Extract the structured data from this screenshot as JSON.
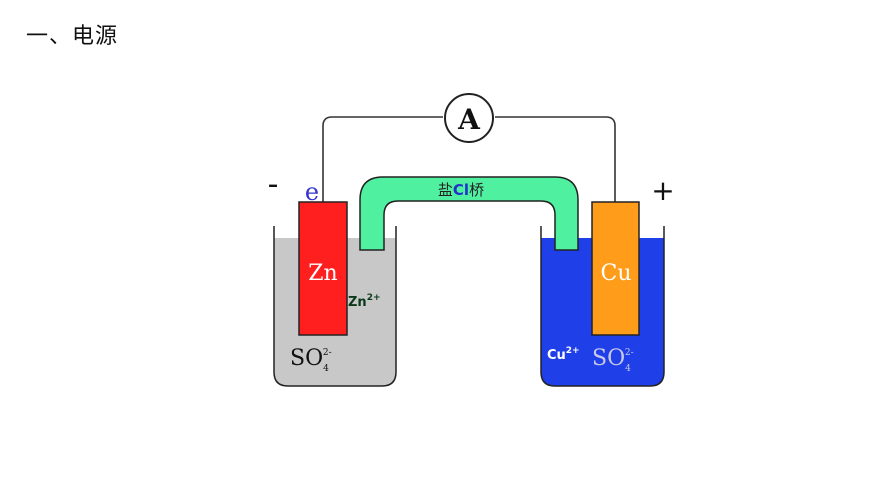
{
  "heading": "一、电源",
  "meter": {
    "label": "A"
  },
  "terminals": {
    "negative": "-",
    "positive": "+",
    "electron": "e"
  },
  "salt_bridge": {
    "label_prefix": "盐",
    "label_ion": "Cl",
    "label_suffix": "桥"
  },
  "left_cell": {
    "electrode": "Zn",
    "ion_base": "Zn",
    "ion_charge": "2+",
    "anion_base": "SO",
    "anion_sub": "4",
    "anion_charge": "2-"
  },
  "right_cell": {
    "electrode": "Cu",
    "ion_base": "Cu",
    "ion_charge": "2+",
    "anion_base": "SO",
    "anion_sub": "4",
    "anion_charge": "2-"
  },
  "colors": {
    "zinc": "#ff1f1f",
    "copper": "#ff9d1a",
    "zinc_solution": "#c8c8c8",
    "copper_solution": "#1f3fe8",
    "salt_bridge": "#4ff0a0",
    "wire": "#333333"
  }
}
